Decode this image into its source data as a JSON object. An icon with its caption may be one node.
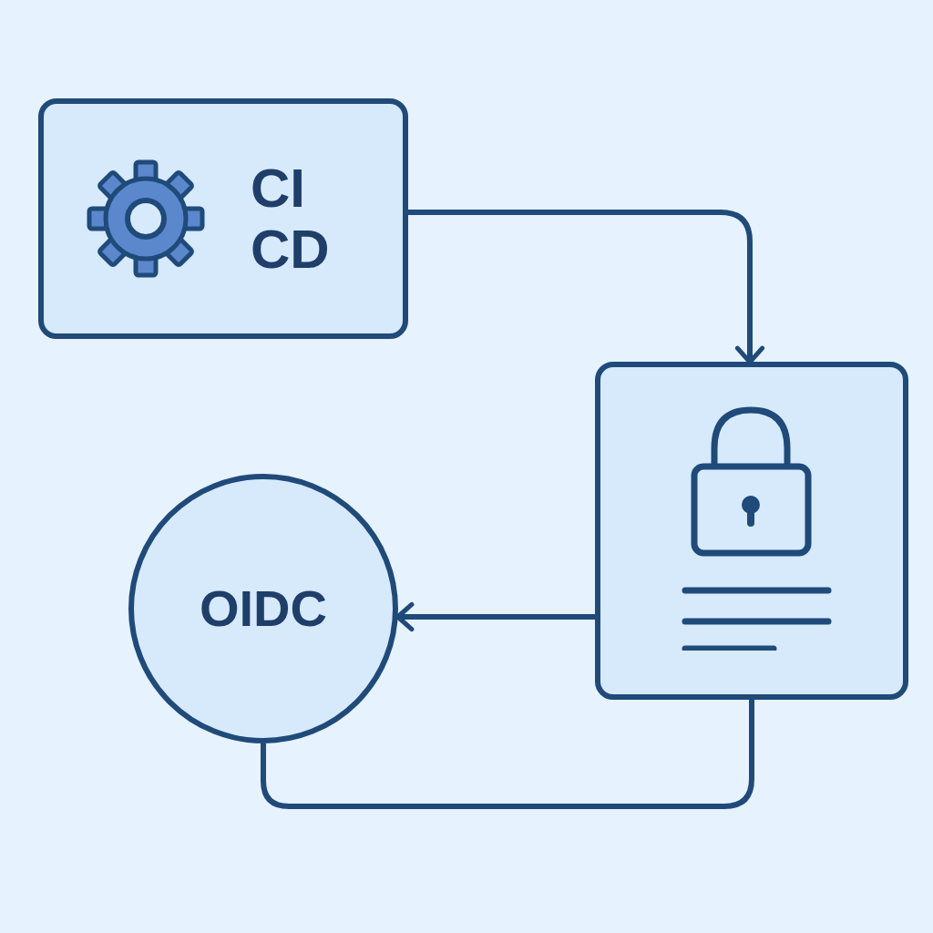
{
  "diagram": {
    "nodes": [
      {
        "text": [
          "CI CD"
        ]
      },
      {
        "text": [],
        "shape": "box"
      },
      {
        "text": [
          "OIDC"
        ]
      }
    ],
    "edges": [
      {
        "from": 0,
        "to": 1,
        "arrow": "to"
      },
      {
        "from": 1,
        "to": 2,
        "arrow": "to"
      },
      {
        "from": 1,
        "to": 2,
        "arrow": "none"
      }
    ]
  }
}
